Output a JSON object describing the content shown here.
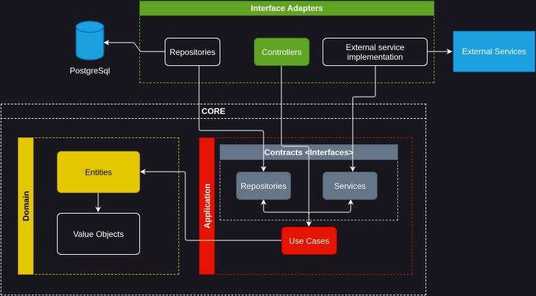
{
  "colors": {
    "background": "#18171e",
    "green": "#5fa521",
    "blue": "#1ba1e2",
    "yellow": "#e3c800",
    "red": "#e51400",
    "slate": "#647687"
  },
  "interface_adapters": {
    "title": "Interface Adapters",
    "repositories": "Repositories",
    "controllers": "Controllers",
    "external_impl": "External service implementation"
  },
  "postgres": {
    "label": "PostgreSql",
    "icon": "database-cylinder-icon"
  },
  "external_services": "External Services",
  "core": {
    "title": "CORE"
  },
  "domain": {
    "title": "Domain",
    "entities": "Entities",
    "value_objects": "Value Objects"
  },
  "application": {
    "title": "Application",
    "contracts_title": "Contracts <Interfaces>",
    "repositories": "Repositories",
    "services": "Services",
    "use_cases": "Use Cases"
  }
}
